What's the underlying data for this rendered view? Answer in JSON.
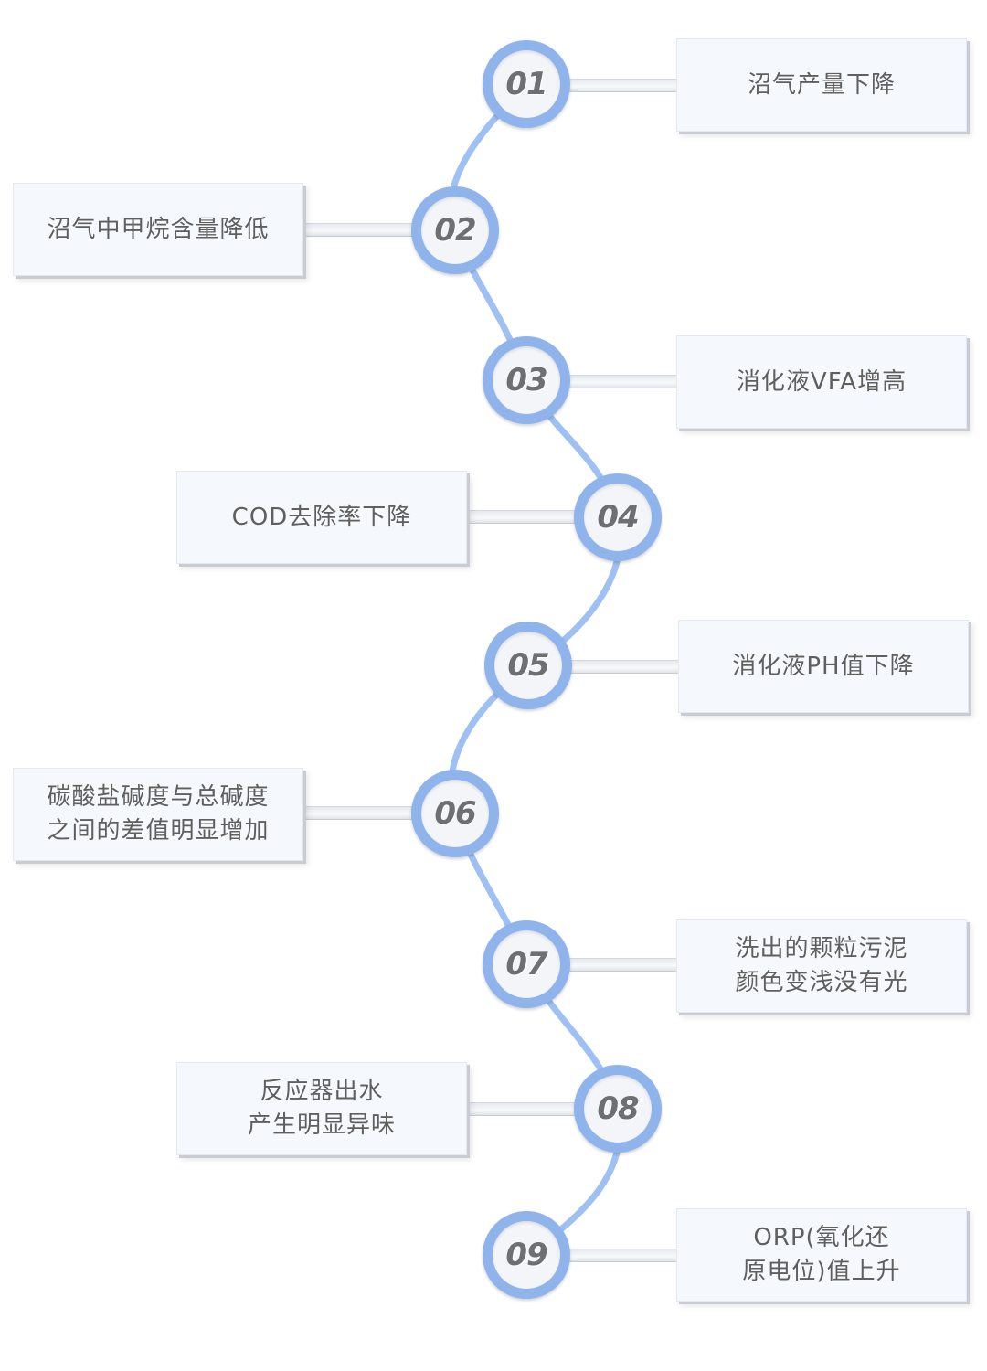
{
  "steps": [
    {
      "num": "01",
      "text": "沼气产量下降"
    },
    {
      "num": "02",
      "text": "沼气中甲烷含量降低"
    },
    {
      "num": "03",
      "text": "消化液VFA增高"
    },
    {
      "num": "04",
      "text": "COD去除率下降"
    },
    {
      "num": "05",
      "text": "消化液PH值下降"
    },
    {
      "num": "06",
      "text": "碳酸盐碱度与总碱度\n之间的差值明显增加"
    },
    {
      "num": "07",
      "text": "洗出的颗粒污泥\n颜色变浅没有光"
    },
    {
      "num": "08",
      "text": "反应器出水\n产生明显异味"
    },
    {
      "num": "09",
      "text": "ORP(氧化还\n原电位)值上升"
    }
  ],
  "colors": {
    "ring": "#8fb4ec",
    "curve": "#9ec0f2",
    "box": "#f5f8fd",
    "text": "#5f5f5f"
  }
}
